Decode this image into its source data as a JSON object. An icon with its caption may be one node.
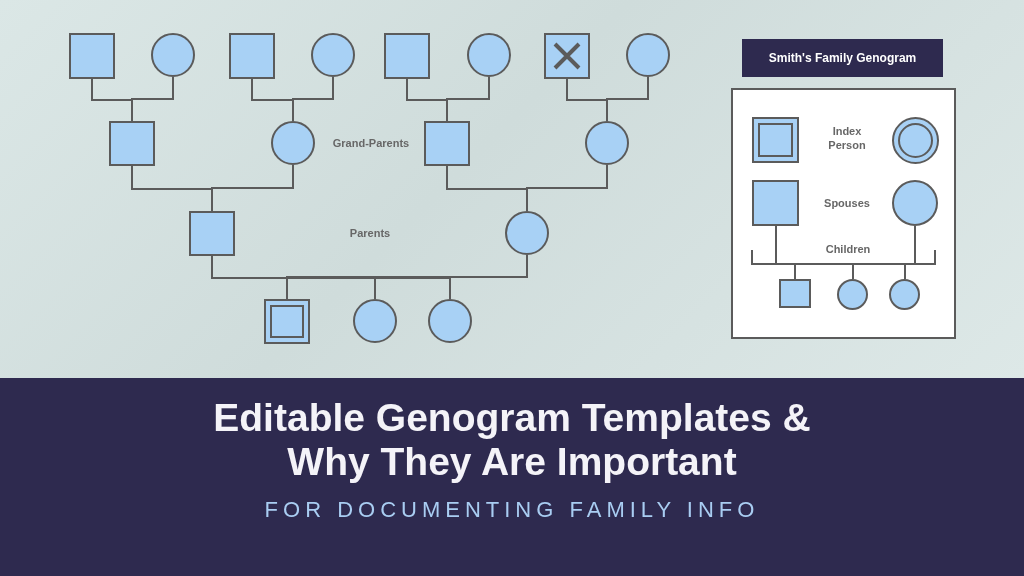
{
  "diagram": {
    "title": "Editable Genogram Templates & Why They Are Important",
    "caption": "FOR DOCUMENTING FAMILY INFO",
    "nodes": [
      {
        "text": [],
        "shape": "box"
      },
      {
        "text": [],
        "shape": "circle"
      },
      {
        "text": [],
        "shape": "box"
      },
      {
        "text": [],
        "shape": "circle"
      },
      {
        "text": [],
        "shape": "box"
      },
      {
        "text": [],
        "shape": "circle"
      },
      {
        "text": [],
        "shape": "box"
      },
      {
        "text": [],
        "shape": "circle"
      },
      {
        "text": [],
        "shape": "box"
      },
      {
        "text": [],
        "shape": "circle"
      },
      {
        "text": [],
        "shape": "box"
      },
      {
        "text": [],
        "shape": "circle"
      },
      {
        "text": [],
        "shape": "box"
      },
      {
        "text": [],
        "shape": "circle"
      },
      {
        "text": [],
        "shape": "box"
      },
      {
        "text": [],
        "shape": "circle"
      },
      {
        "text": [],
        "shape": "circle"
      },
      {
        "text": [
          "Smith's Family Genogram"
        ]
      },
      {
        "text": [],
        "shape": "box"
      },
      {
        "text": [],
        "shape": "box",
        "in": 18
      },
      {
        "text": [],
        "shape": "circle",
        "in": 18
      },
      {
        "text": [],
        "shape": "box",
        "in": 18
      },
      {
        "text": [],
        "shape": "circle",
        "in": 18
      },
      {
        "text": [],
        "shape": "box",
        "in": 18
      },
      {
        "text": [],
        "shape": "circle",
        "in": 18
      },
      {
        "text": [],
        "shape": "circle",
        "in": 18
      }
    ],
    "edges": [
      {
        "from": 0,
        "to": 8,
        "arrow": "none"
      },
      {
        "from": 1,
        "to": 8,
        "arrow": "none"
      },
      {
        "from": 2,
        "to": 9,
        "arrow": "none"
      },
      {
        "from": 3,
        "to": 9,
        "arrow": "none"
      },
      {
        "from": 4,
        "to": 10,
        "arrow": "none"
      },
      {
        "from": 5,
        "to": 10,
        "arrow": "none"
      },
      {
        "from": 6,
        "to": 11,
        "arrow": "none"
      },
      {
        "from": 7,
        "to": 11,
        "arrow": "none"
      },
      {
        "from": 8,
        "to": 12,
        "arrow": "none"
      },
      {
        "from": 9,
        "to": 12,
        "arrow": "none"
      },
      {
        "from": 10,
        "to": 13,
        "arrow": "none"
      },
      {
        "from": 11,
        "to": 13,
        "arrow": "none"
      },
      {
        "from": 12,
        "to": 14,
        "arrow": "none"
      },
      {
        "from": 12,
        "to": 15,
        "arrow": "none"
      },
      {
        "from": 12,
        "to": 16,
        "arrow": "none"
      },
      {
        "from": 13,
        "to": 14,
        "arrow": "none"
      },
      {
        "from": 13,
        "to": 15,
        "arrow": "none"
      },
      {
        "from": 13,
        "to": 16,
        "arrow": "none"
      },
      {
        "from": 21,
        "to": 23,
        "arrow": "none"
      },
      {
        "from": 21,
        "to": 24,
        "arrow": "none"
      },
      {
        "from": 21,
        "to": 25,
        "arrow": "none"
      },
      {
        "from": 22,
        "to": 23,
        "arrow": "none"
      },
      {
        "from": 22,
        "to": 24,
        "arrow": "none"
      },
      {
        "from": 22,
        "to": 25,
        "arrow": "none"
      }
    ],
    "labels": [
      "Grand-Parents",
      "Parents",
      "Index Person",
      "Spouses",
      "Children"
    ]
  }
}
